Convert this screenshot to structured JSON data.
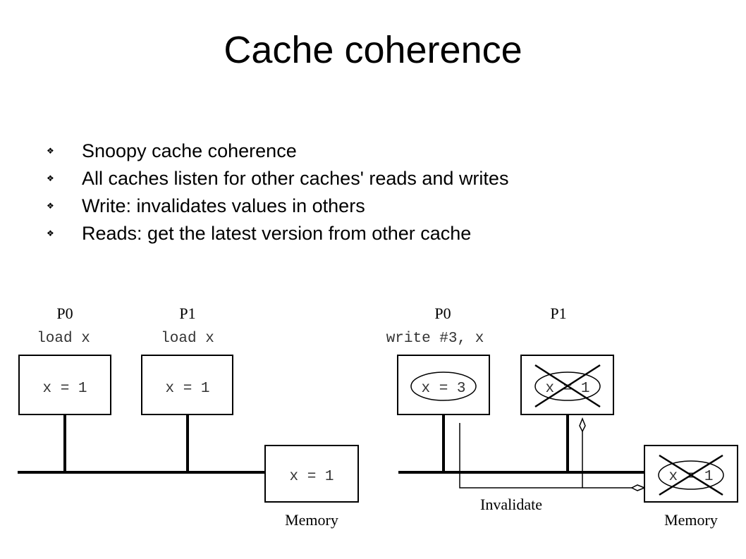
{
  "title": "Cache coherence",
  "bullets": [
    "Snoopy cache coherence",
    "All caches listen for other caches' reads and writes",
    "Write: invalidates values in others",
    "Reads: get the latest version from other cache"
  ],
  "bullet_icon": "diamond-bullet-icon",
  "left_diagram": {
    "p0_label": "P0",
    "p0_op": "load x",
    "p0_cache": "x = 1",
    "p1_label": "P1",
    "p1_op": "load x",
    "p1_cache": "x = 1",
    "memory_value": "x = 1",
    "memory_label": "Memory"
  },
  "right_diagram": {
    "p0_label": "P0",
    "p0_op": "write #3, x",
    "p0_cache": "x = 3",
    "p1_label": "P1",
    "p1_cache": "x = 1",
    "memory_value": "x = 1",
    "memory_label": "Memory",
    "invalidate_label": "Invalidate"
  }
}
